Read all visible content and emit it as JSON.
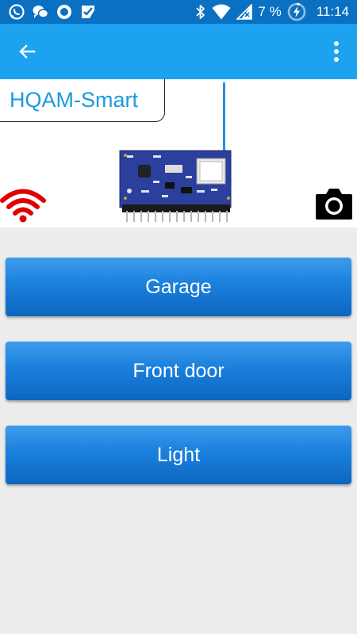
{
  "status_bar": {
    "left_icons": [
      "whatsapp-icon",
      "chat-bubbles-icon",
      "circle-app-icon",
      "checklist-app-icon"
    ],
    "right_icons": [
      "bluetooth-icon",
      "wifi-signal-icon",
      "cellular-signal-icon",
      "battery-charging-icon"
    ],
    "battery": "7 %",
    "time": "11:14"
  },
  "app_bar": {
    "background": "#1da2ef",
    "back_icon": "arrow-left-icon",
    "menu_icon": "more-vert-icon"
  },
  "device": {
    "name": "HQAM-Smart",
    "status_icon": "wifi-icon",
    "status_color": "#e00000",
    "camera_icon": "camera-icon"
  },
  "buttons": [
    {
      "label": "Garage"
    },
    {
      "label": "Front door"
    },
    {
      "label": "Light"
    }
  ],
  "colors": {
    "status_bar": "#0a70c2",
    "accent": "#1da2ef",
    "button": "#1a80dc",
    "background": "#ececec"
  }
}
